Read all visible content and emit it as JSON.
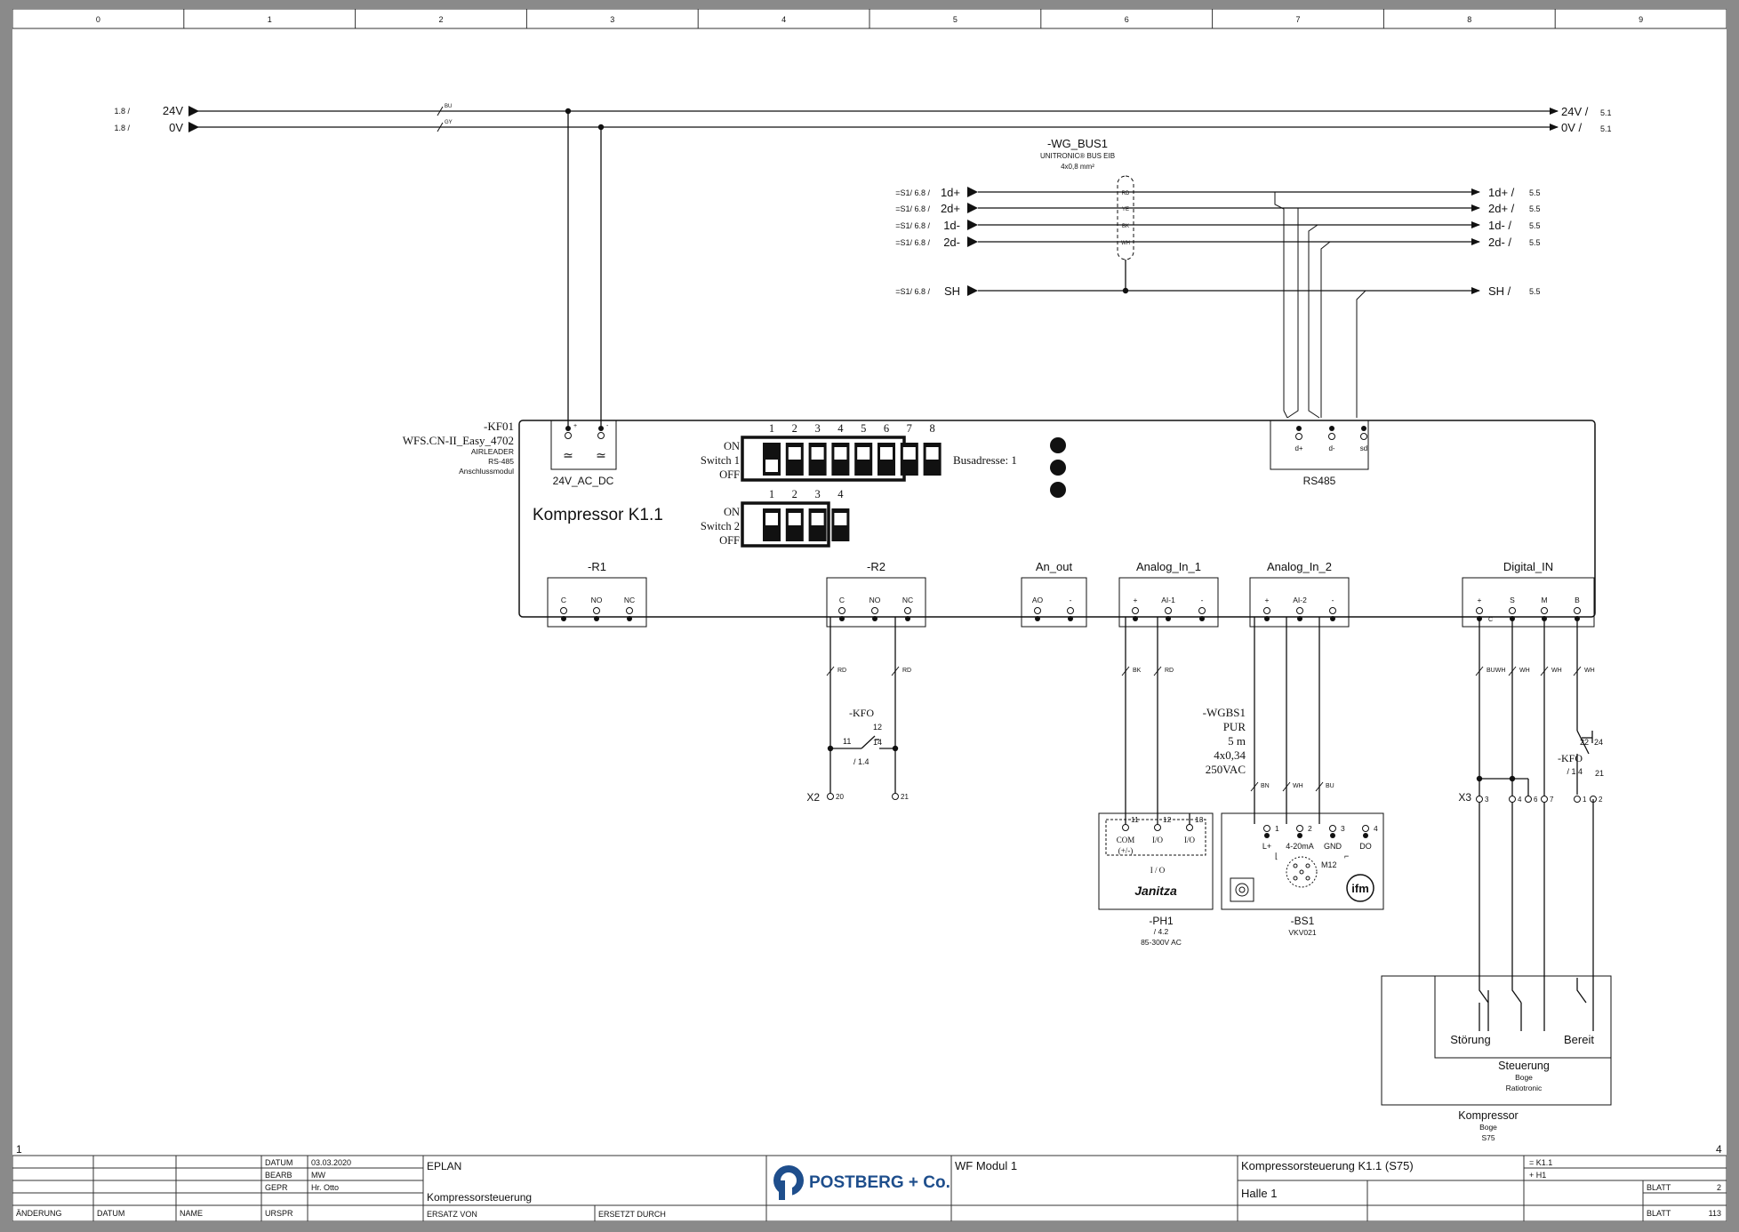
{
  "sheet": {
    "columns": [
      "0",
      "1",
      "2",
      "3",
      "4",
      "5",
      "6",
      "7",
      "8",
      "9"
    ],
    "row_left": "1",
    "row_right": "4"
  },
  "supply": {
    "v24": {
      "ref": "1.8 /",
      "label": "24V",
      "target": "24V /",
      "page": "5.1",
      "wire": "BU"
    },
    "v0": {
      "ref": "1.8 /",
      "label": "0V",
      "target": "0V /",
      "page": "5.1",
      "wire": "GY"
    }
  },
  "bus_cable": {
    "tag": "-WG_BUS1",
    "type": "UNITRONIC® BUS EIB",
    "spec": "4x0,8 mm²"
  },
  "bus_signals": [
    {
      "ref": "=S1/ 6.8 /",
      "label": "1d+",
      "target": "1d+ /",
      "page": "5.5",
      "color": "RD"
    },
    {
      "ref": "=S1/ 6.8 /",
      "label": "2d+",
      "target": "2d+ /",
      "page": "5.5",
      "color": "YE"
    },
    {
      "ref": "=S1/ 6.8 /",
      "label": "1d-",
      "target": "1d- /",
      "page": "5.5",
      "color": "BK"
    },
    {
      "ref": "=S1/ 6.8 /",
      "label": "2d-",
      "target": "2d- /",
      "page": "5.5",
      "color": "WH"
    },
    {
      "ref": "=S1/ 6.8 /",
      "label": "SH",
      "target": "SH /",
      "page": "5.5",
      "color": ""
    }
  ],
  "module": {
    "tag": "-KF01",
    "type": "WFS.CN-II_Easy_4702",
    "maker": "AIRLEADER",
    "iface": "RS-485",
    "desc": "Anschlussmodul",
    "title": "Kompressor K1.1",
    "power_label": "24V_AC_DC",
    "power_pins": [
      "+",
      "-"
    ],
    "rs485_label": "RS485",
    "rs485_pins": [
      "d+",
      "d-",
      "sd"
    ],
    "busaddr": "Busadresse: 1"
  },
  "switch1": {
    "on": "ON",
    "name": "Switch 1",
    "off": "OFF",
    "numbers": [
      "1",
      "2",
      "3",
      "4",
      "5",
      "6",
      "7",
      "8"
    ]
  },
  "switch2": {
    "on": "ON",
    "name": "Switch 2",
    "off": "OFF",
    "numbers": [
      "1",
      "2",
      "3",
      "4"
    ]
  },
  "terminals": [
    {
      "title": "-R1",
      "pins": [
        "C",
        "NO",
        "NC"
      ]
    },
    {
      "title": "-R2",
      "pins": [
        "C",
        "NO",
        "NC"
      ]
    },
    {
      "title": "An_out",
      "pins": [
        "AO",
        "-"
      ]
    },
    {
      "title": "Analog_In_1",
      "pins": [
        "+",
        "AI-1",
        "-"
      ]
    },
    {
      "title": "Analog_In_2",
      "pins": [
        "+",
        "AI-2",
        "-"
      ]
    },
    {
      "title": "Digital_IN",
      "pins": [
        "+",
        "S",
        "M",
        "B"
      ],
      "sub": "C"
    }
  ],
  "wires": {
    "r2": [
      "RD",
      "RD"
    ],
    "ain1": [
      "BK",
      "RD"
    ],
    "ain2": [
      "BN",
      "WH",
      "BU"
    ],
    "din": [
      "BUWH",
      "WH",
      "WH",
      "WH"
    ]
  },
  "kfo_relay": {
    "tag": "-KFO",
    "c11": "11",
    "c12": "12",
    "c14": "14",
    "ref": "/ 1.4"
  },
  "x2": {
    "tag": "X2",
    "t20": "20",
    "t21": "21"
  },
  "x3": {
    "tag": "X3",
    "terms": [
      "3",
      "4",
      "6",
      "7",
      "1",
      "2"
    ]
  },
  "kfo_contact": {
    "tag": "-KFO",
    "ref": "/ 1.4",
    "c21": "21",
    "c22": "22",
    "c24": "24"
  },
  "cable_wgbs1": {
    "lines": [
      "-WGBS1",
      "PUR",
      "5 m",
      "4x0,34",
      "250VAC"
    ]
  },
  "ph1": {
    "pins": [
      "11",
      "12",
      "13"
    ],
    "labels": [
      "COM",
      "I/O",
      "I/O"
    ],
    "sub": "(+/-)",
    "io": "I / O",
    "brand": "Janitza",
    "tag": "-PH1",
    "ref": "/ 4.2",
    "spec": "85-300V AC"
  },
  "bs1": {
    "pins": [
      "1",
      "2",
      "3",
      "4"
    ],
    "labels": [
      "L+",
      "4-20mA",
      "GND",
      "DO"
    ],
    "m12": "M12",
    "brand": "ifm",
    "tag": "-BS1",
    "type": "VKV021"
  },
  "compressor": {
    "stoerung": "Störung",
    "bereit": "Bereit",
    "steuerung": "Steuerung",
    "boge1": "Boge",
    "ratio": "Ratiotronic",
    "name": "Kompressor",
    "boge2": "Boge",
    "model": "S75"
  },
  "titleblock": {
    "rows_left": [
      "DATUM",
      "BEARB",
      "GEPR",
      "URSPR"
    ],
    "vals_left": [
      "03.03.2020",
      "MW",
      "Hr. Otto",
      ""
    ],
    "footer": [
      "ÄNDERUNG",
      "DATUM",
      "NAME"
    ],
    "eplan": "EPLAN",
    "project": "Kompressorsteuerung",
    "ersatz_von": "ERSATZ VON",
    "ersetzt_durch": "ERSETZT DURCH",
    "company": "POSTBERG + Co.",
    "module": "WF Modul 1",
    "title": "Kompressorsteuerung K1.1 (S75)",
    "location": "Halle 1",
    "eq1": "= K1.1",
    "eq2": "+ H1",
    "blatt_label": "BLATT",
    "blatt": "2",
    "blatt_total": "113"
  }
}
